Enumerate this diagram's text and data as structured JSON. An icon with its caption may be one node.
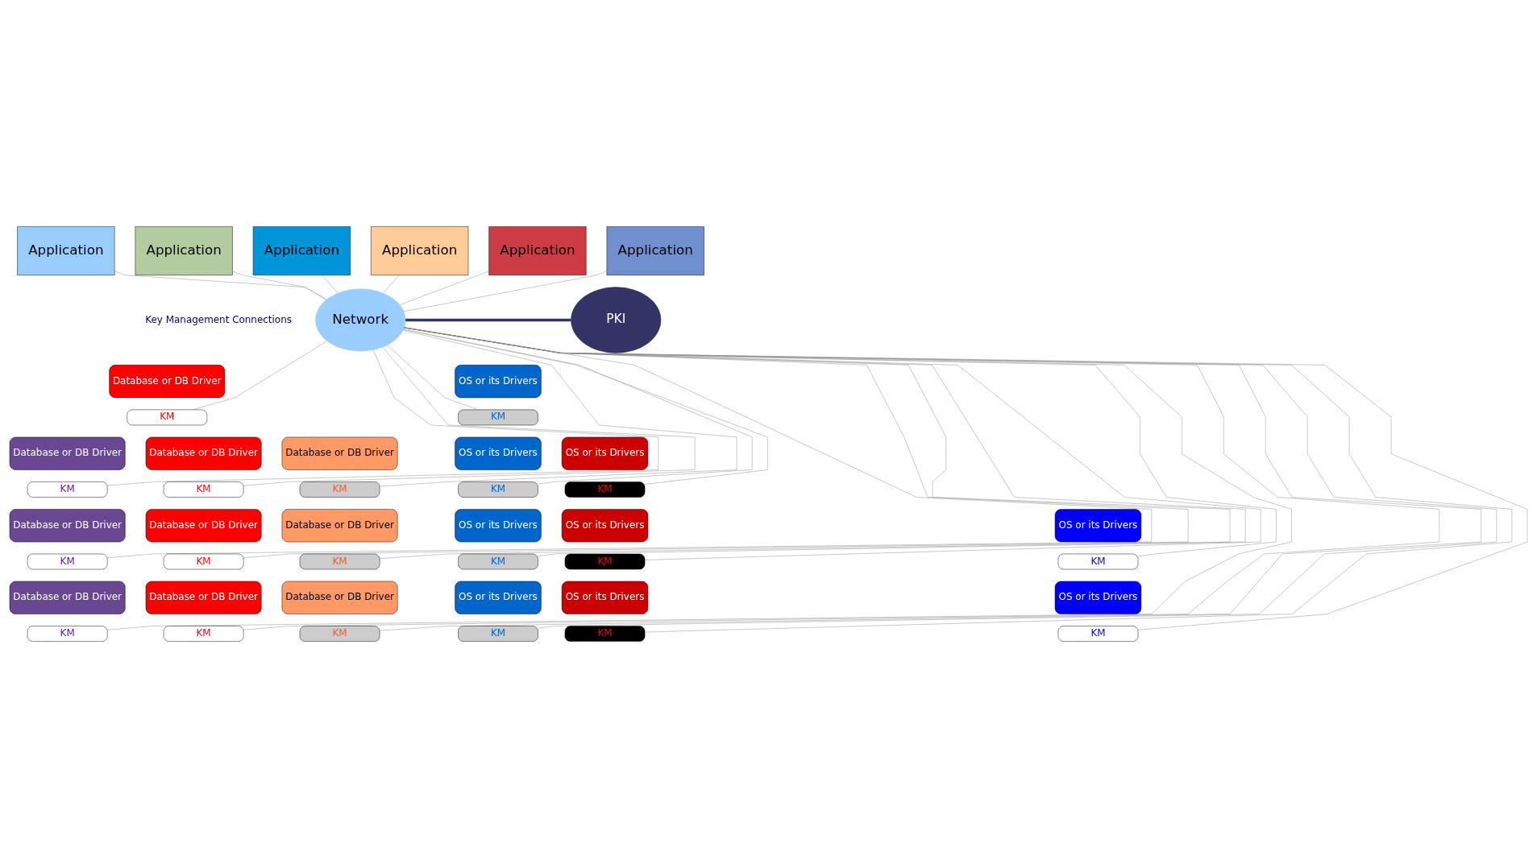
{
  "diagram": {
    "nodes": [
      {
        "text": [
          "Application"
        ]
      },
      {
        "text": [
          "Application"
        ]
      },
      {
        "text": [
          "Application"
        ]
      },
      {
        "text": [
          "Application"
        ]
      },
      {
        "text": [
          "Application"
        ]
      },
      {
        "text": [
          "Application"
        ]
      },
      {
        "text": [
          "Network"
        ]
      },
      {
        "text": [
          "PKI"
        ]
      },
      {
        "text": [
          "Database or DB Driver"
        ]
      },
      {
        "text": [
          "KM"
        ]
      },
      {
        "text": [
          "OS or its Drivers"
        ]
      },
      {
        "text": [
          "KM"
        ]
      },
      {
        "text": [
          "Database or DB Driver"
        ]
      },
      {
        "text": [
          "KM"
        ]
      },
      {
        "text": [
          "Database or DB Driver"
        ]
      },
      {
        "text": [
          "KM"
        ]
      },
      {
        "text": [
          "Database or DB Driver"
        ]
      },
      {
        "text": [
          "KM"
        ]
      },
      {
        "text": [
          "OS or its Drivers"
        ]
      },
      {
        "text": [
          "KM"
        ]
      },
      {
        "text": [
          "OS or its Drivers"
        ]
      },
      {
        "text": [
          "KM"
        ]
      },
      {
        "text": [
          "Database or DB Driver"
        ]
      },
      {
        "text": [
          "KM"
        ]
      },
      {
        "text": [
          "Database or DB Driver"
        ]
      },
      {
        "text": [
          "KM"
        ]
      },
      {
        "text": [
          "Database or DB Driver"
        ]
      },
      {
        "text": [
          "KM"
        ]
      },
      {
        "text": [
          "OS or its Drivers"
        ]
      },
      {
        "text": [
          "KM"
        ]
      },
      {
        "text": [
          "OS or its Drivers"
        ]
      },
      {
        "text": [
          "KM"
        ]
      },
      {
        "text": [
          "OS or its Drivers"
        ]
      },
      {
        "text": [
          "KM"
        ]
      },
      {
        "text": [
          "Database or DB Driver"
        ]
      },
      {
        "text": [
          "KM"
        ]
      },
      {
        "text": [
          "Database or DB Driver"
        ]
      },
      {
        "text": [
          "KM"
        ]
      },
      {
        "text": [
          "Database or DB Driver"
        ]
      },
      {
        "text": [
          "KM"
        ]
      },
      {
        "text": [
          "OS or its Drivers"
        ]
      },
      {
        "text": [
          "KM"
        ]
      },
      {
        "text": [
          "OS or its Drivers"
        ]
      },
      {
        "text": [
          "KM"
        ]
      },
      {
        "text": [
          "OS or its Drivers"
        ]
      },
      {
        "text": [
          "KM"
        ]
      }
    ],
    "edges": [
      {
        "from": 0,
        "to": 6,
        "arrow": "none"
      },
      {
        "from": 1,
        "to": 6,
        "arrow": "none"
      },
      {
        "from": 2,
        "to": 6,
        "arrow": "none"
      },
      {
        "from": 3,
        "to": 6,
        "arrow": "none"
      },
      {
        "from": 4,
        "to": 6,
        "arrow": "none"
      },
      {
        "from": 5,
        "to": 6,
        "arrow": "none"
      },
      {
        "from": 6,
        "to": 7,
        "arrow": "none",
        "style": "thick",
        "color": "#333366"
      },
      {
        "from": 6,
        "to": 9,
        "arrow": "none"
      },
      {
        "from": 6,
        "to": 11,
        "arrow": "none"
      },
      {
        "from": 6,
        "to": 13,
        "arrow": "none"
      },
      {
        "from": 6,
        "to": 15,
        "arrow": "none"
      },
      {
        "from": 6,
        "to": 17,
        "arrow": "none"
      },
      {
        "from": 6,
        "to": 19,
        "arrow": "none"
      },
      {
        "from": 6,
        "to": 21,
        "arrow": "none"
      },
      {
        "from": 6,
        "to": 23,
        "arrow": "none"
      },
      {
        "from": 6,
        "to": 25,
        "arrow": "none"
      },
      {
        "from": 6,
        "to": 27,
        "arrow": "none"
      },
      {
        "from": 6,
        "to": 29,
        "arrow": "none"
      },
      {
        "from": 6,
        "to": 31,
        "arrow": "none"
      },
      {
        "from": 6,
        "to": 33,
        "arrow": "none"
      },
      {
        "from": 6,
        "to": 35,
        "arrow": "none"
      },
      {
        "from": 6,
        "to": 37,
        "arrow": "none"
      },
      {
        "from": 6,
        "to": 39,
        "arrow": "none"
      },
      {
        "from": 6,
        "to": 41,
        "arrow": "none"
      },
      {
        "from": 6,
        "to": 43,
        "arrow": "none"
      },
      {
        "from": 6,
        "to": 45,
        "arrow": "none"
      }
    ],
    "labels": [
      "Key Management Connections"
    ]
  }
}
